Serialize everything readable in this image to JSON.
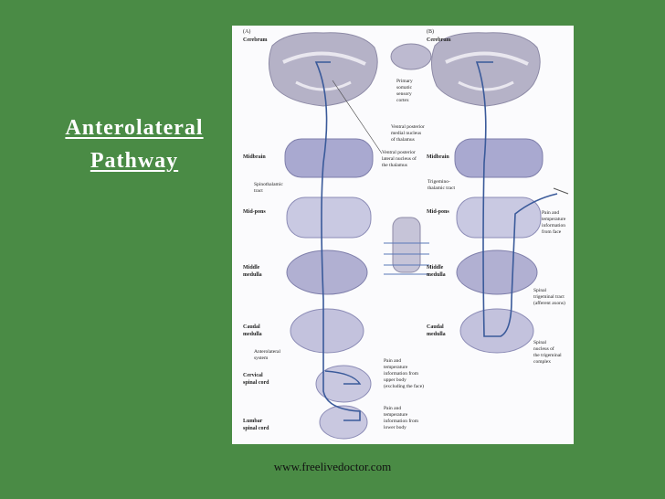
{
  "slide": {
    "title_line1": "Anterolateral",
    "title_line2": "Pathway",
    "footer": "www.freelivedoctor.com"
  },
  "figure": {
    "panel_a": "(A)",
    "panel_b": "(B)",
    "left_levels": [
      "Cerebrum",
      "Midbrain",
      "Mid-pons",
      "Middle",
      "medulla",
      "Caudal",
      "medulla",
      "Cervical",
      "spinal cord",
      "Lumbar",
      "spinal cord"
    ],
    "right_levels": [
      "Cerebrum",
      "Midbrain",
      "Mid-pons",
      "Middle",
      "medulla",
      "Caudal",
      "medulla"
    ],
    "labels": {
      "primary_cortex": [
        "Primary",
        "somatic",
        "sensory",
        "cortex"
      ],
      "vpm": [
        "Ventral posterior",
        "medial nucleus",
        "of thalamus"
      ],
      "vpl": [
        "Ventral posterior",
        "lateral nucleus of",
        "the thalamus"
      ],
      "spinothalamic": [
        "Spinothalamic",
        "tract"
      ],
      "trigeminothalamic": [
        "Trigemino-",
        "thalamic tract"
      ],
      "pain_face": [
        "Pain and",
        "temperature",
        "information",
        "from face"
      ],
      "spinal_trigeminal": [
        "Spinal",
        "trigeminal tract",
        "(afferent axons)"
      ],
      "spinal_nucleus": [
        "Spinal",
        "nucleus of",
        "the trigeminal",
        "complex"
      ],
      "anterolateral": [
        "Anterolateral",
        "system"
      ],
      "pain_upper": [
        "Pain and",
        "temperature",
        "information from",
        "upper body",
        "(excluding the face)"
      ],
      "pain_lower": [
        "Pain and",
        "temperature",
        "information from",
        "lower body"
      ]
    }
  },
  "colors": {
    "background": "#4a8b45",
    "tissue": "#a9a9d0",
    "pathway": "#3a5a9a"
  }
}
